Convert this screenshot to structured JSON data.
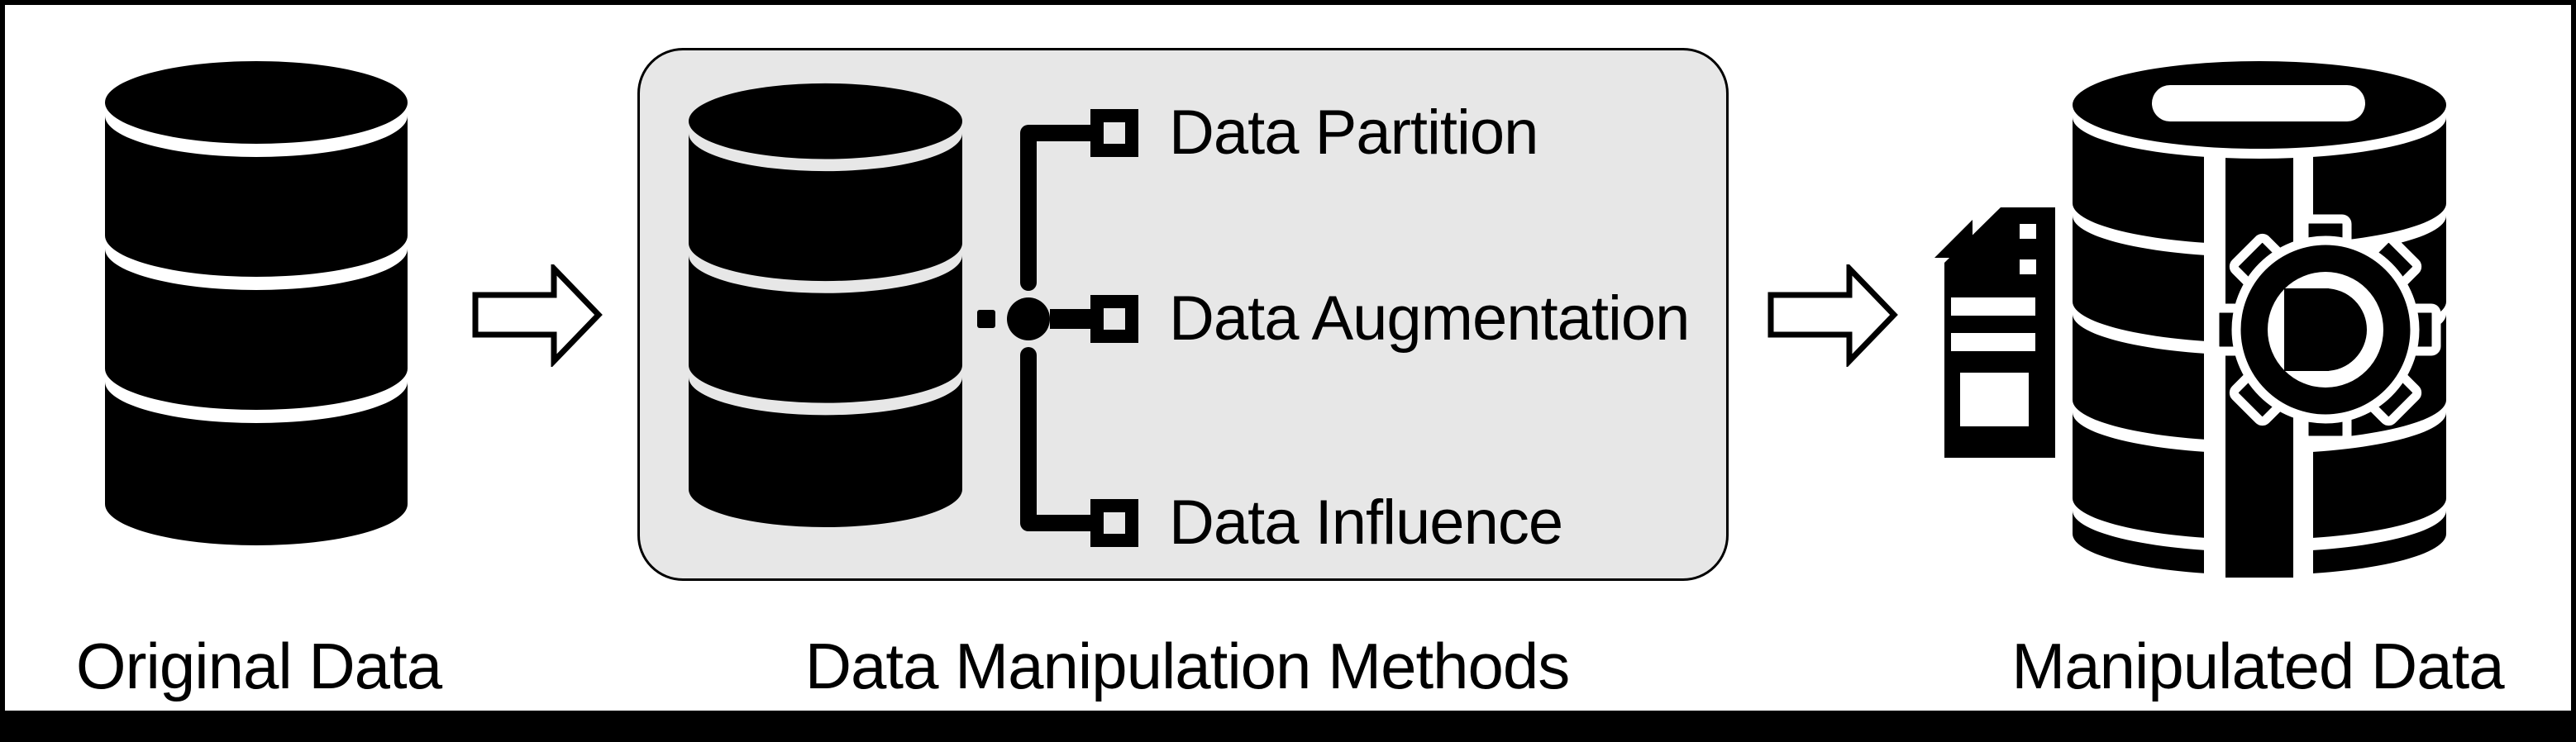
{
  "figure": {
    "type": "flow-diagram",
    "colors": {
      "background": "#ffffff",
      "frame": "#000000",
      "box_fill": "#e7e7e7",
      "box_border": "#000000",
      "icon": "#000000",
      "text": "#000000"
    },
    "flow": {
      "original": {
        "label": "Original Data",
        "icon": "database-icon"
      },
      "arrow_1": {
        "icon": "block-arrow-right-icon"
      },
      "methods_box": {
        "caption": "Data Manipulation Methods",
        "icon": "database-icon",
        "connector": {
          "icon": "branch-tree-connector"
        },
        "items": [
          {
            "label": "Data Partition"
          },
          {
            "label": "Data Augmentation"
          },
          {
            "label": "Data Influence"
          }
        ]
      },
      "arrow_2": {
        "icon": "block-arrow-right-icon"
      },
      "manipulated": {
        "label": "Manipulated Data",
        "icon": "database-gear-document-icon"
      }
    }
  }
}
